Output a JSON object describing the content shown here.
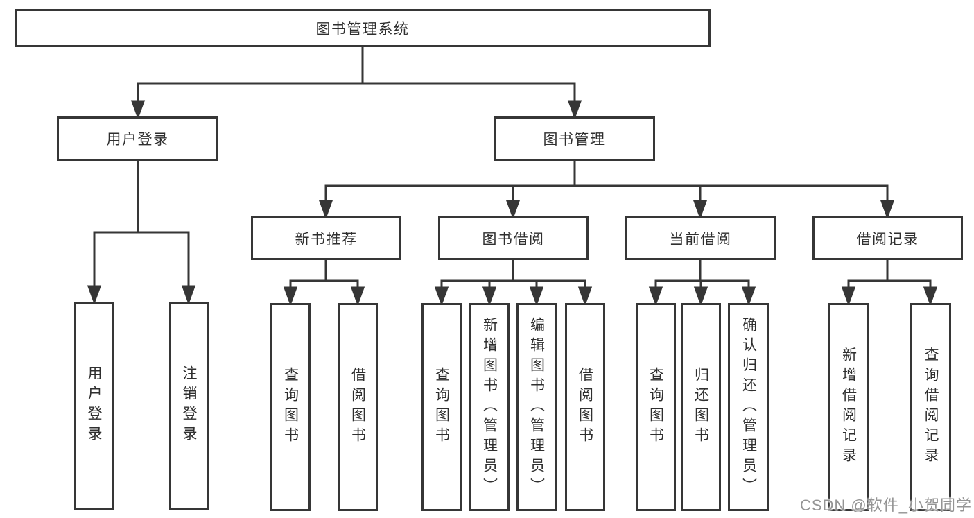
{
  "tree": {
    "label": "图书管理系统",
    "children": [
      {
        "label": "用户登录",
        "children": [
          {
            "label": "用户登录"
          },
          {
            "label": "注销登录"
          }
        ]
      },
      {
        "label": "图书管理",
        "children": [
          {
            "label": "新书推荐",
            "children": [
              {
                "label": "查询图书"
              },
              {
                "label": "借阅图书"
              }
            ]
          },
          {
            "label": "图书借阅",
            "children": [
              {
                "label": "查询图书"
              },
              {
                "label": "新增图书（管理员）"
              },
              {
                "label": "编辑图书（管理员）"
              },
              {
                "label": "借阅图书"
              }
            ]
          },
          {
            "label": "当前借阅",
            "children": [
              {
                "label": "查询图书"
              },
              {
                "label": "归还图书"
              },
              {
                "label": "确认归还（管理员）"
              }
            ]
          },
          {
            "label": "借阅记录",
            "children": [
              {
                "label": "新增借阅记录"
              },
              {
                "label": "查询借阅记录"
              }
            ]
          }
        ]
      }
    ]
  },
  "watermark": {
    "text": "CSDN @软件_小贺同学"
  },
  "colors": {
    "line": "#363636",
    "text": "#2f2f2f",
    "background": "#ffffff",
    "watermark_text": "#949494"
  }
}
